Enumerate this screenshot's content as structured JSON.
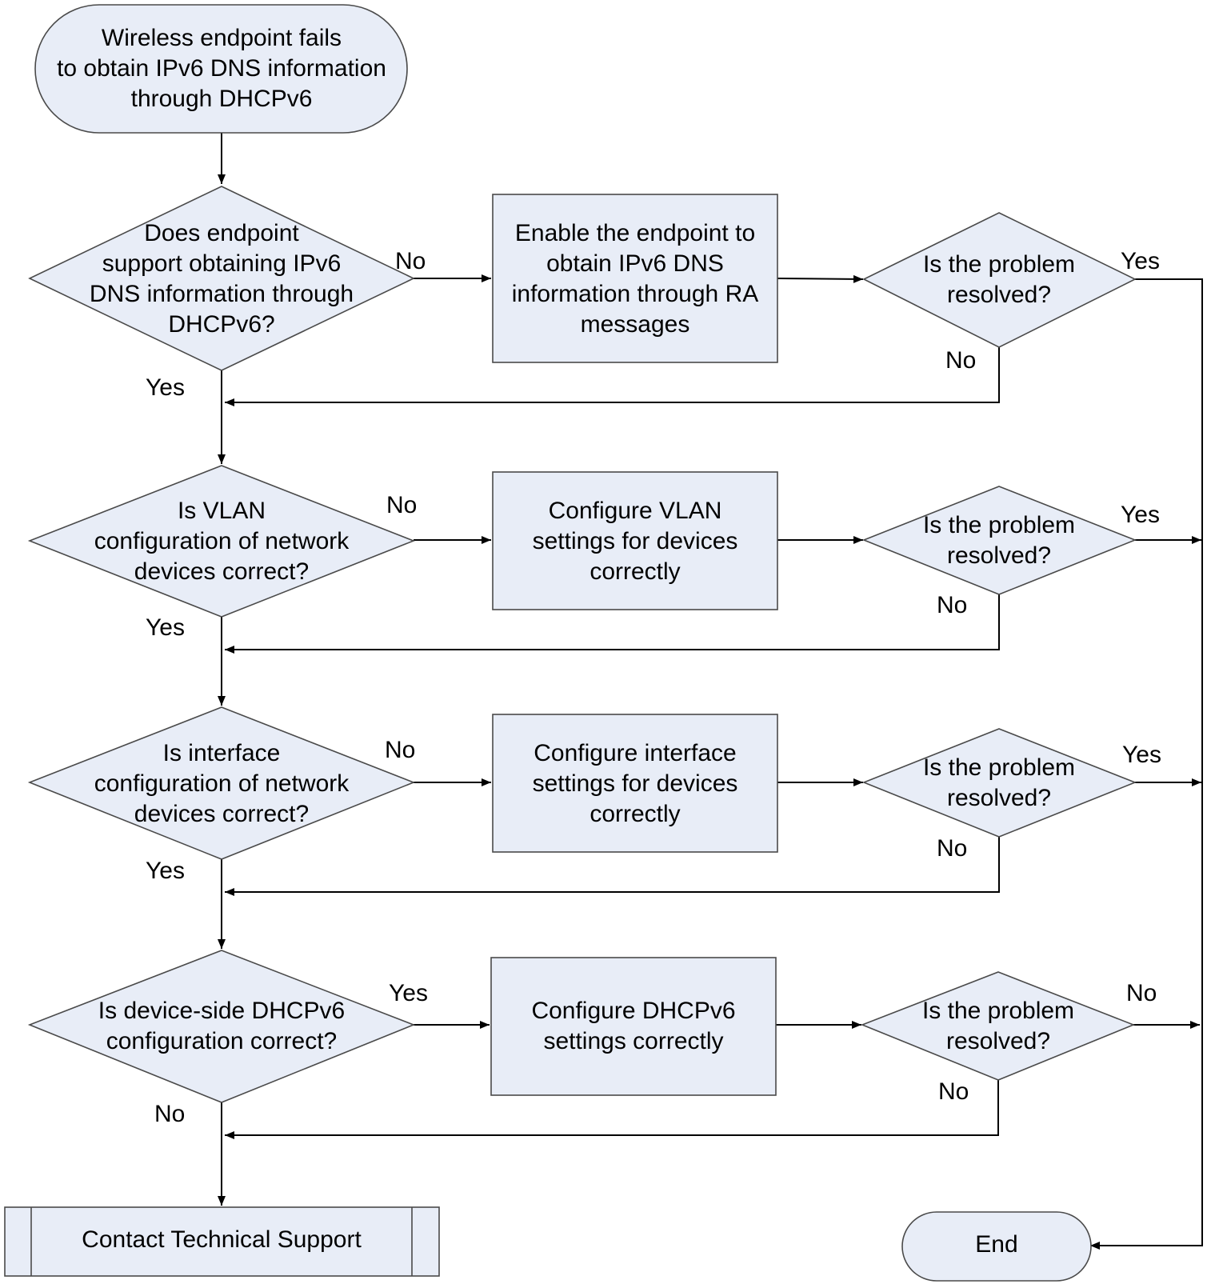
{
  "nodes": {
    "start": {
      "lines": [
        "Wireless endpoint fails",
        "to obtain IPv6 DNS information",
        "through DHCPv6"
      ]
    },
    "q1": {
      "lines": [
        "Does endpoint",
        "support obtaining IPv6",
        "DNS information through",
        "DHCPv6?"
      ]
    },
    "a1": {
      "lines": [
        "Enable the endpoint to",
        "obtain IPv6 DNS",
        "information through RA",
        "messages"
      ]
    },
    "r1": {
      "lines": [
        "Is the problem",
        "resolved?"
      ]
    },
    "q2": {
      "lines": [
        "Is VLAN",
        "configuration of network",
        "devices correct?"
      ]
    },
    "a2": {
      "lines": [
        "Configure VLAN",
        "settings for devices",
        "correctly"
      ]
    },
    "r2": {
      "lines": [
        "Is the problem",
        "resolved?"
      ]
    },
    "q3": {
      "lines": [
        "Is interface",
        "configuration of network",
        "devices correct?"
      ]
    },
    "a3": {
      "lines": [
        "Configure interface",
        "settings for devices",
        "correctly"
      ]
    },
    "r3": {
      "lines": [
        "Is the problem",
        "resolved?"
      ]
    },
    "q4": {
      "lines": [
        "Is device-side DHCPv6",
        "configuration correct?"
      ]
    },
    "a4": {
      "lines": [
        "Configure DHCPv6",
        "settings correctly"
      ]
    },
    "r4": {
      "lines": [
        "Is the problem",
        "resolved?"
      ]
    },
    "support": {
      "lines": [
        "Contact Technical Support"
      ]
    },
    "end": {
      "lines": [
        "End"
      ]
    }
  },
  "edges": {
    "q1_no": "No",
    "q1_yes": "Yes",
    "r1_yes": "Yes",
    "r1_no": "No",
    "q2_no": "No",
    "q2_yes": "Yes",
    "r2_yes": "Yes",
    "r2_no": "No",
    "q3_no": "No",
    "q3_yes": "Yes",
    "r3_yes": "Yes",
    "r3_no": "No",
    "q4_yes": "Yes",
    "q4_no": "No",
    "r4_no_right": "No",
    "r4_no_down": "No"
  }
}
